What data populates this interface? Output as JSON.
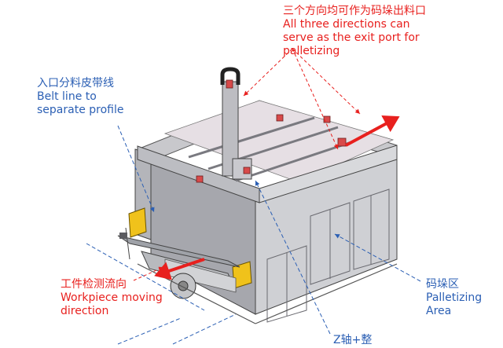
{
  "annotations": {
    "exit_port": {
      "lines": [
        "三个方向均可作为码垛出料口",
        "All three directions can",
        "serve as the exit port for",
        "palletizing"
      ],
      "color": "#e8201e"
    },
    "belt_line": {
      "lines": [
        "入口分料皮带线",
        "Belt line to",
        "separate profile"
      ],
      "color": "#2b5fb4"
    },
    "workpiece": {
      "lines": [
        "工件检测流向",
        "Workpiece moving",
        "direction"
      ],
      "color": "#e8201e"
    },
    "palletizing_area": {
      "lines": [
        "码垛区",
        "Palletizing",
        "Area"
      ],
      "color": "#2b5fb4"
    },
    "z_axis": {
      "lines": [
        "Z轴+整"
      ],
      "color": "#2b5fb4"
    }
  }
}
